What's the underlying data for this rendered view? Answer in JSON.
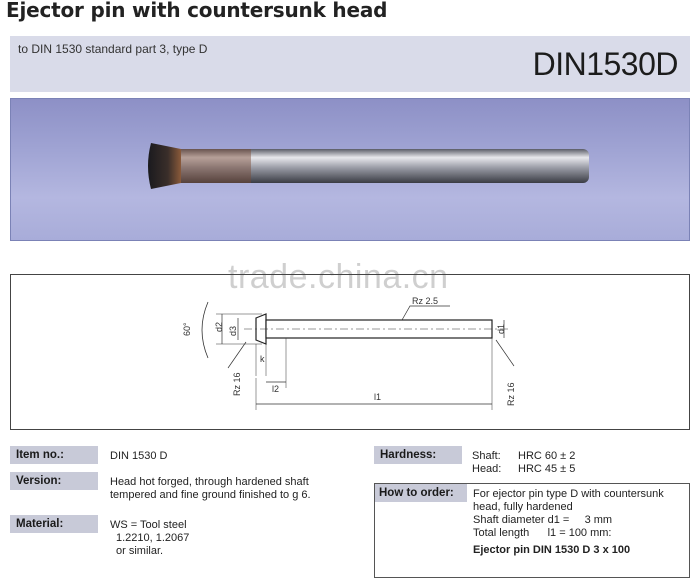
{
  "header": {
    "title": "Ejector pin with countersunk head",
    "subtitle": "to DIN 1530 standard part 3, type D",
    "code": "DIN1530D"
  },
  "watermark": "trade.china.cn",
  "drawing": {
    "labels": {
      "angle": "60°",
      "d2": "d2",
      "d3": "d3",
      "k": "k",
      "l2": "l2",
      "l1": "l1",
      "d1": "d1",
      "rz25": "Rz 2.5",
      "rz16a": "Rz 16",
      "rz16b": "Rz 16"
    }
  },
  "specs": {
    "item_label": "Item no.:",
    "item_value": "DIN 1530 D",
    "version_label": "Version:",
    "version_line1": "Head hot forged, through hardened shaft",
    "version_line2": "tempered and fine ground finished to g 6.",
    "material_label": "Material:",
    "material_line1": "WS = Tool steel",
    "material_line2": "1.2210, 1.2067",
    "material_line3": "or similar.",
    "hardness_label": "Hardness:",
    "shaft_label": "Shaft:",
    "shaft_value": "HRC 60 ± 2",
    "head_label": "Head:",
    "head_value": "HRC 45 ± 5"
  },
  "order": {
    "label": "How to order:",
    "line1": "For ejector pin type D with countersunk",
    "line2": "head, fully hardened",
    "line3": "Shaft diameter d1 =     3 mm",
    "line4": "Total length      l1 = 100 mm:",
    "line5": "Ejector pin DIN 1530 D 3 x 100"
  }
}
